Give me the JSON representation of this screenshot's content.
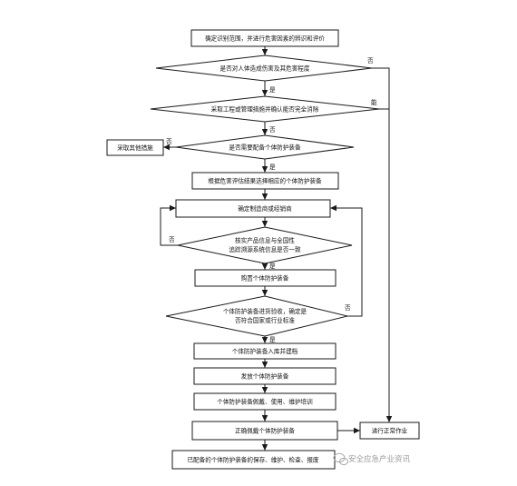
{
  "steps": {
    "s1": "确定识别范围，并进行危害因素的辨识和评价",
    "d1": "是否对人体造成伤害及其危害程度",
    "d2": "采取工程或管理措施并确认能否完全消除",
    "d3": "是否需要配备个体防护装备",
    "alt": "采取其他措施",
    "s2": "根据危害评估结果选择相应的个体防护装备",
    "s3": "确定制造商或经销商",
    "d4_line1": "核实产品信息与全国性",
    "d4_line2": "追踪溯源系统信息是否一致",
    "s4": "购置个体防护装备",
    "d5_line1": "个体防护装备进货验收，确定是",
    "d5_line2": "否符合国家或行业标准",
    "s5": "个体防护装备入库并建档",
    "s6": "发放个体防护装备",
    "s7": "个体防护装备佩戴、使用、维护培训",
    "s8": "正确佩戴个体防护装备",
    "s9": "已配备的个体防护装备的保存、维护、检查、报废",
    "normal": "进行正常作业"
  },
  "labels": {
    "yes": "是",
    "no": "否",
    "can": "能"
  },
  "watermark": "安全应急产业资讯",
  "watermark_icon": "chat-bubble-icon"
}
